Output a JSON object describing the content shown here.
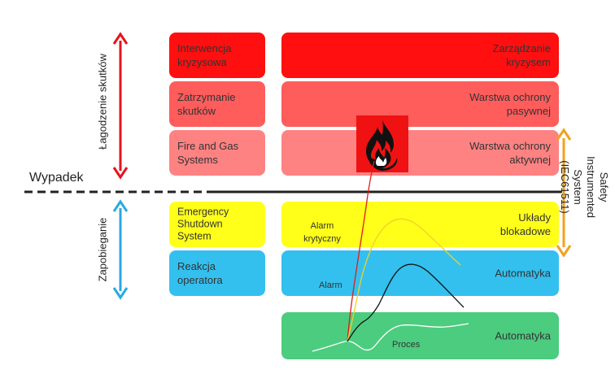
{
  "colors": {
    "red_dark": "#ff0f0f",
    "red_mid": "#ff5c5c",
    "red_light": "#ff8282",
    "yellow": "#ffff1a",
    "blue": "#33c0ef",
    "green": "#4ccc7f",
    "arrow_red": "#e8121c",
    "arrow_blue": "#29a9e1",
    "arrow_orange": "#f0a21c",
    "dash_line": "#222222",
    "fire_bg": "#f01212"
  },
  "left_boxes": {
    "interwencja": "Interwencja kryzysowa",
    "zatrzymanie": "Zatrzymanie skutków",
    "fire_gas": "Fire and Gas Systems",
    "esd": "Emergency Shutdown System",
    "reakcja": "Reakcja operatora"
  },
  "right_boxes": {
    "zarzadzanie": "Zarządzanie kryzysem",
    "pasywna": "Warstwa ochrony pasywnej",
    "aktywna": "Warstwa ochrony aktywnej",
    "blokadowe": "Układy blokadowe",
    "automatyka_blue": "Automatyka",
    "automatyka_green": "Automatyka"
  },
  "side_labels": {
    "lagodzenie": "Łagodzenie skutków",
    "zapobieganie": "Zapobieganie",
    "wypadek": "Wypadek",
    "sis": "Safety Instrumented System (IEC61511)"
  },
  "curve_labels": {
    "alarm_krytyczny": "Alarm krytyczny",
    "alarm": "Alarm",
    "proces": "Proces"
  },
  "icons": {
    "fire": "fire-icon"
  }
}
